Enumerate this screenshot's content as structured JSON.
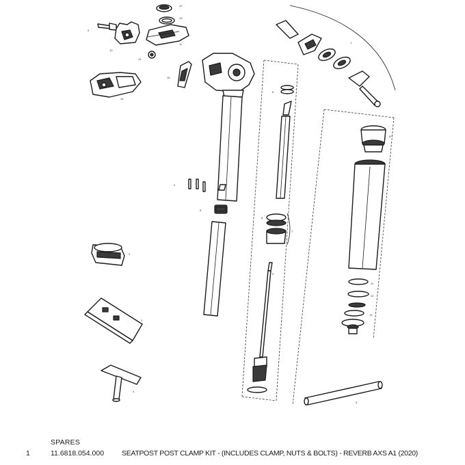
{
  "spares": {
    "heading": "SPARES",
    "rows": [
      {
        "index": "1",
        "part_number": "11.6818.054.000",
        "description": "SEATPOST POST CLAMP KIT - (INCLUDES CLAMP, NUTS & BOLTS) - REVERB AXS A1 (2020)"
      }
    ]
  }
}
